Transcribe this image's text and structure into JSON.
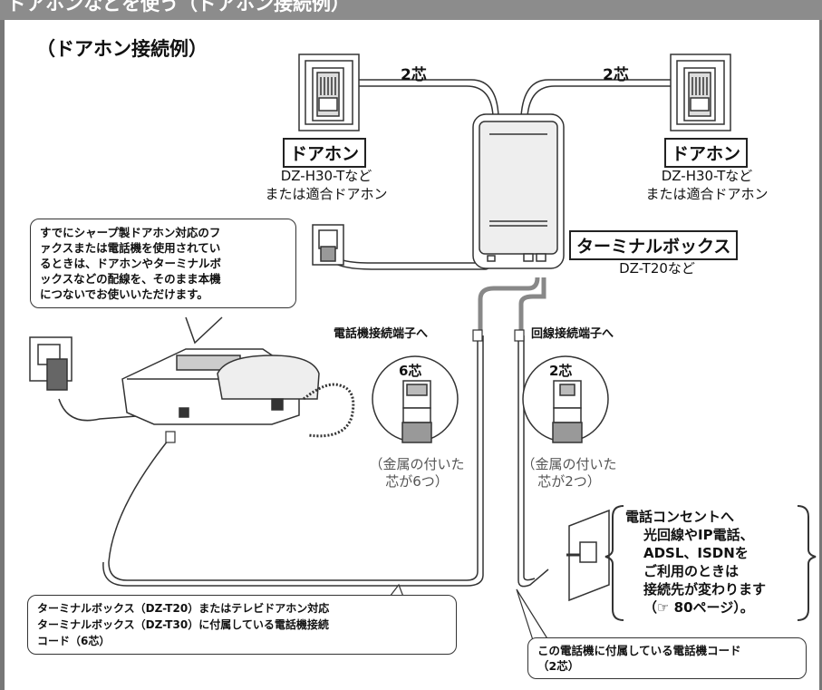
{
  "header": {
    "text": "ドアホンなどを使う（ドアホン接続例）"
  },
  "title": "（ドアホン接続例）",
  "wires": {
    "left_label": "2芯",
    "right_label": "2芯"
  },
  "doorphone_left": {
    "label": "ドアホン",
    "model": "DZ-H30-Tなど",
    "alt": "または適合ドアホン"
  },
  "doorphone_right": {
    "label": "ドアホン",
    "model": "DZ-H30-Tなど",
    "alt": "または適合ドアホン"
  },
  "terminal_box": {
    "label": "ターミナルボックス",
    "model": "DZ-T20など"
  },
  "bubble_top": {
    "lines": [
      "すでにシャープ製ドアホン対応のフ",
      "ァクスまたは電話機を使用されてい",
      "るときは、ドアホンやターミナルボ",
      "ックスなどの配線を、そのまま本機",
      "につないでお使いいただけます。"
    ]
  },
  "port_phone": "電話機接続端子へ",
  "port_line": "回線接続端子へ",
  "jack_6": {
    "core": "6芯",
    "note1": "（金属の付いた",
    "note2": "芯が6つ）"
  },
  "jack_2": {
    "core": "2芯",
    "note1": "（金属の付いた",
    "note2": "芯が2つ）"
  },
  "outlet_note": {
    "lines": [
      "電話コンセントへ",
      "光回線やIP電話、",
      "ADSL、ISDNを",
      "ご利用のときは",
      "接続先が変わります",
      "（☞ 80ページ）。"
    ]
  },
  "bubble_bottom_left": {
    "lines": [
      "ターミナルボックス（DZ-T20）またはテレビドアホン対応",
      "ターミナルボックス（DZ-T30）に付属している電話機接続",
      "コード（6芯）"
    ]
  },
  "bubble_bottom_right": {
    "lines": [
      "この電話機に付属している電話機コード",
      "（2芯）"
    ]
  }
}
